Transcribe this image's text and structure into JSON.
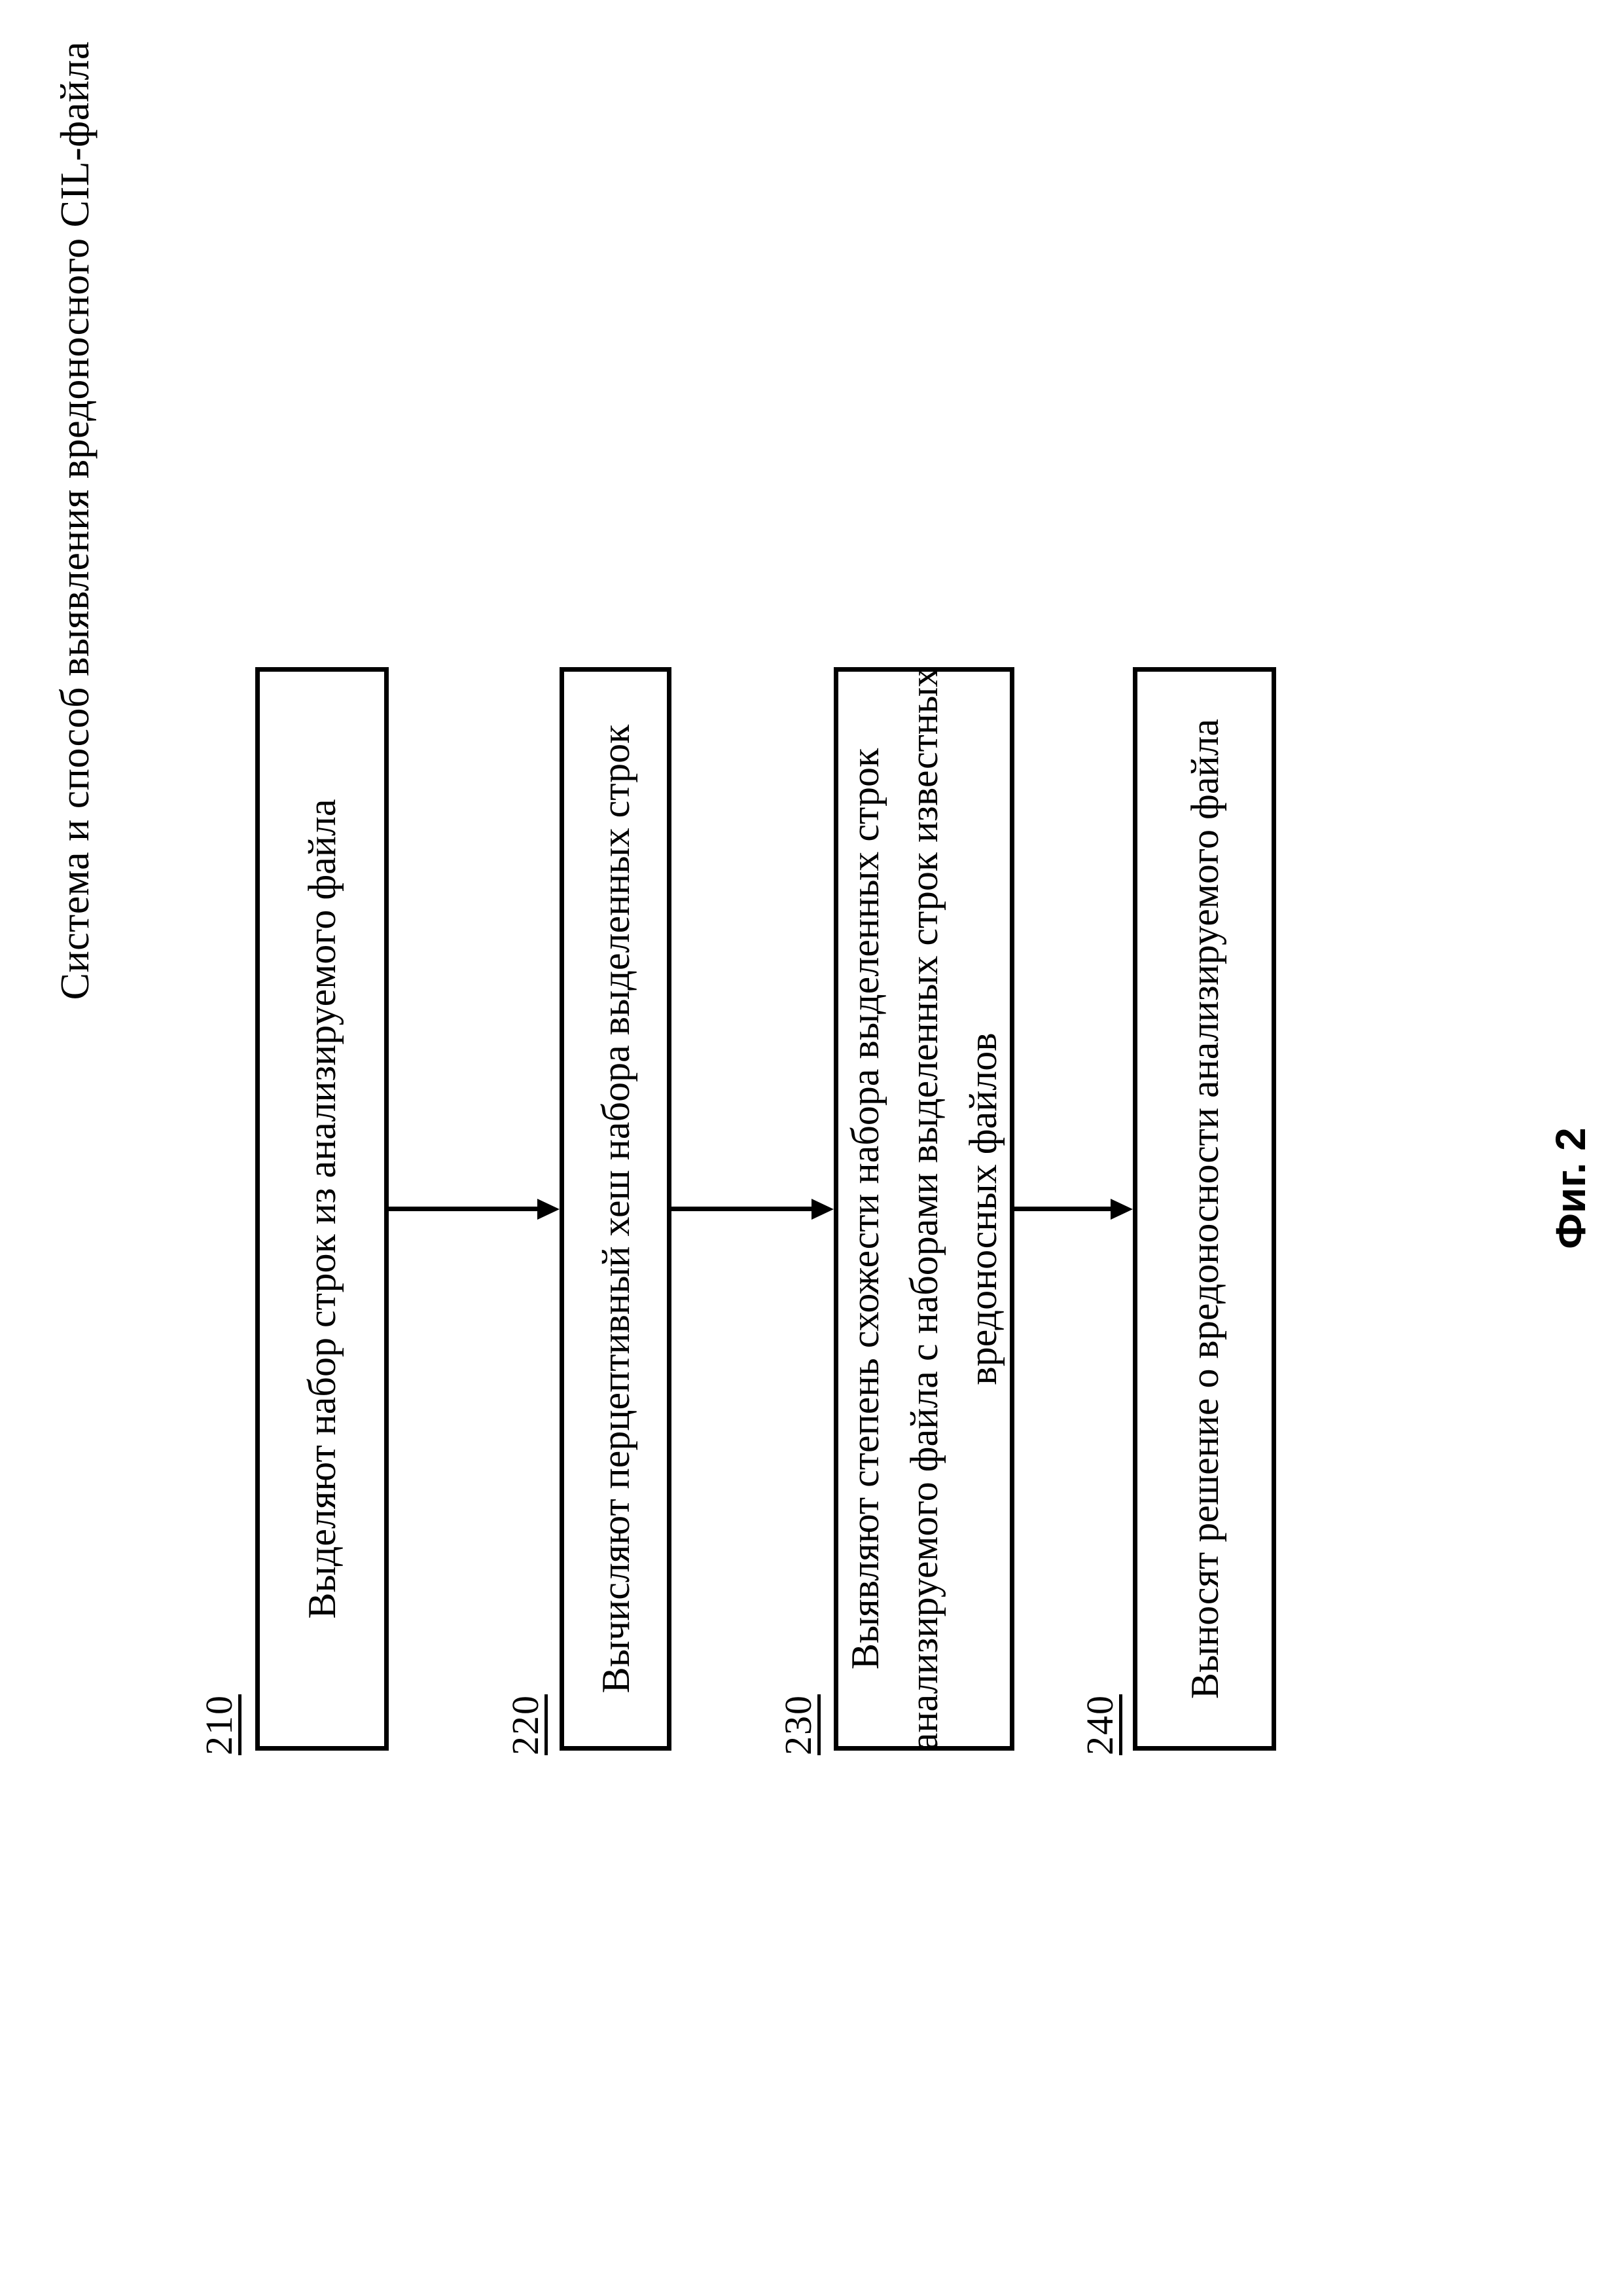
{
  "figure": {
    "title": "Система и способ выявления вредоносного CIL-файла",
    "caption": "Фиг. 2",
    "colors": {
      "ink": "#000000",
      "paper": "#ffffff"
    },
    "steps": [
      {
        "id": "210",
        "lines": [
          "Выделяют набор строк из анализируемого файла"
        ]
      },
      {
        "id": "220",
        "lines": [
          "Вычисляют перцептивный хеш набора выделенных строк"
        ]
      },
      {
        "id": "230",
        "lines": [
          "Выявляют степень схожести набора выделенных строк",
          "анализируемого файла с наборами выделенных строк известных",
          "вредоносных файлов"
        ]
      },
      {
        "id": "240",
        "lines": [
          "Выносят решение о вредоносности анализируемого файла"
        ]
      }
    ]
  }
}
